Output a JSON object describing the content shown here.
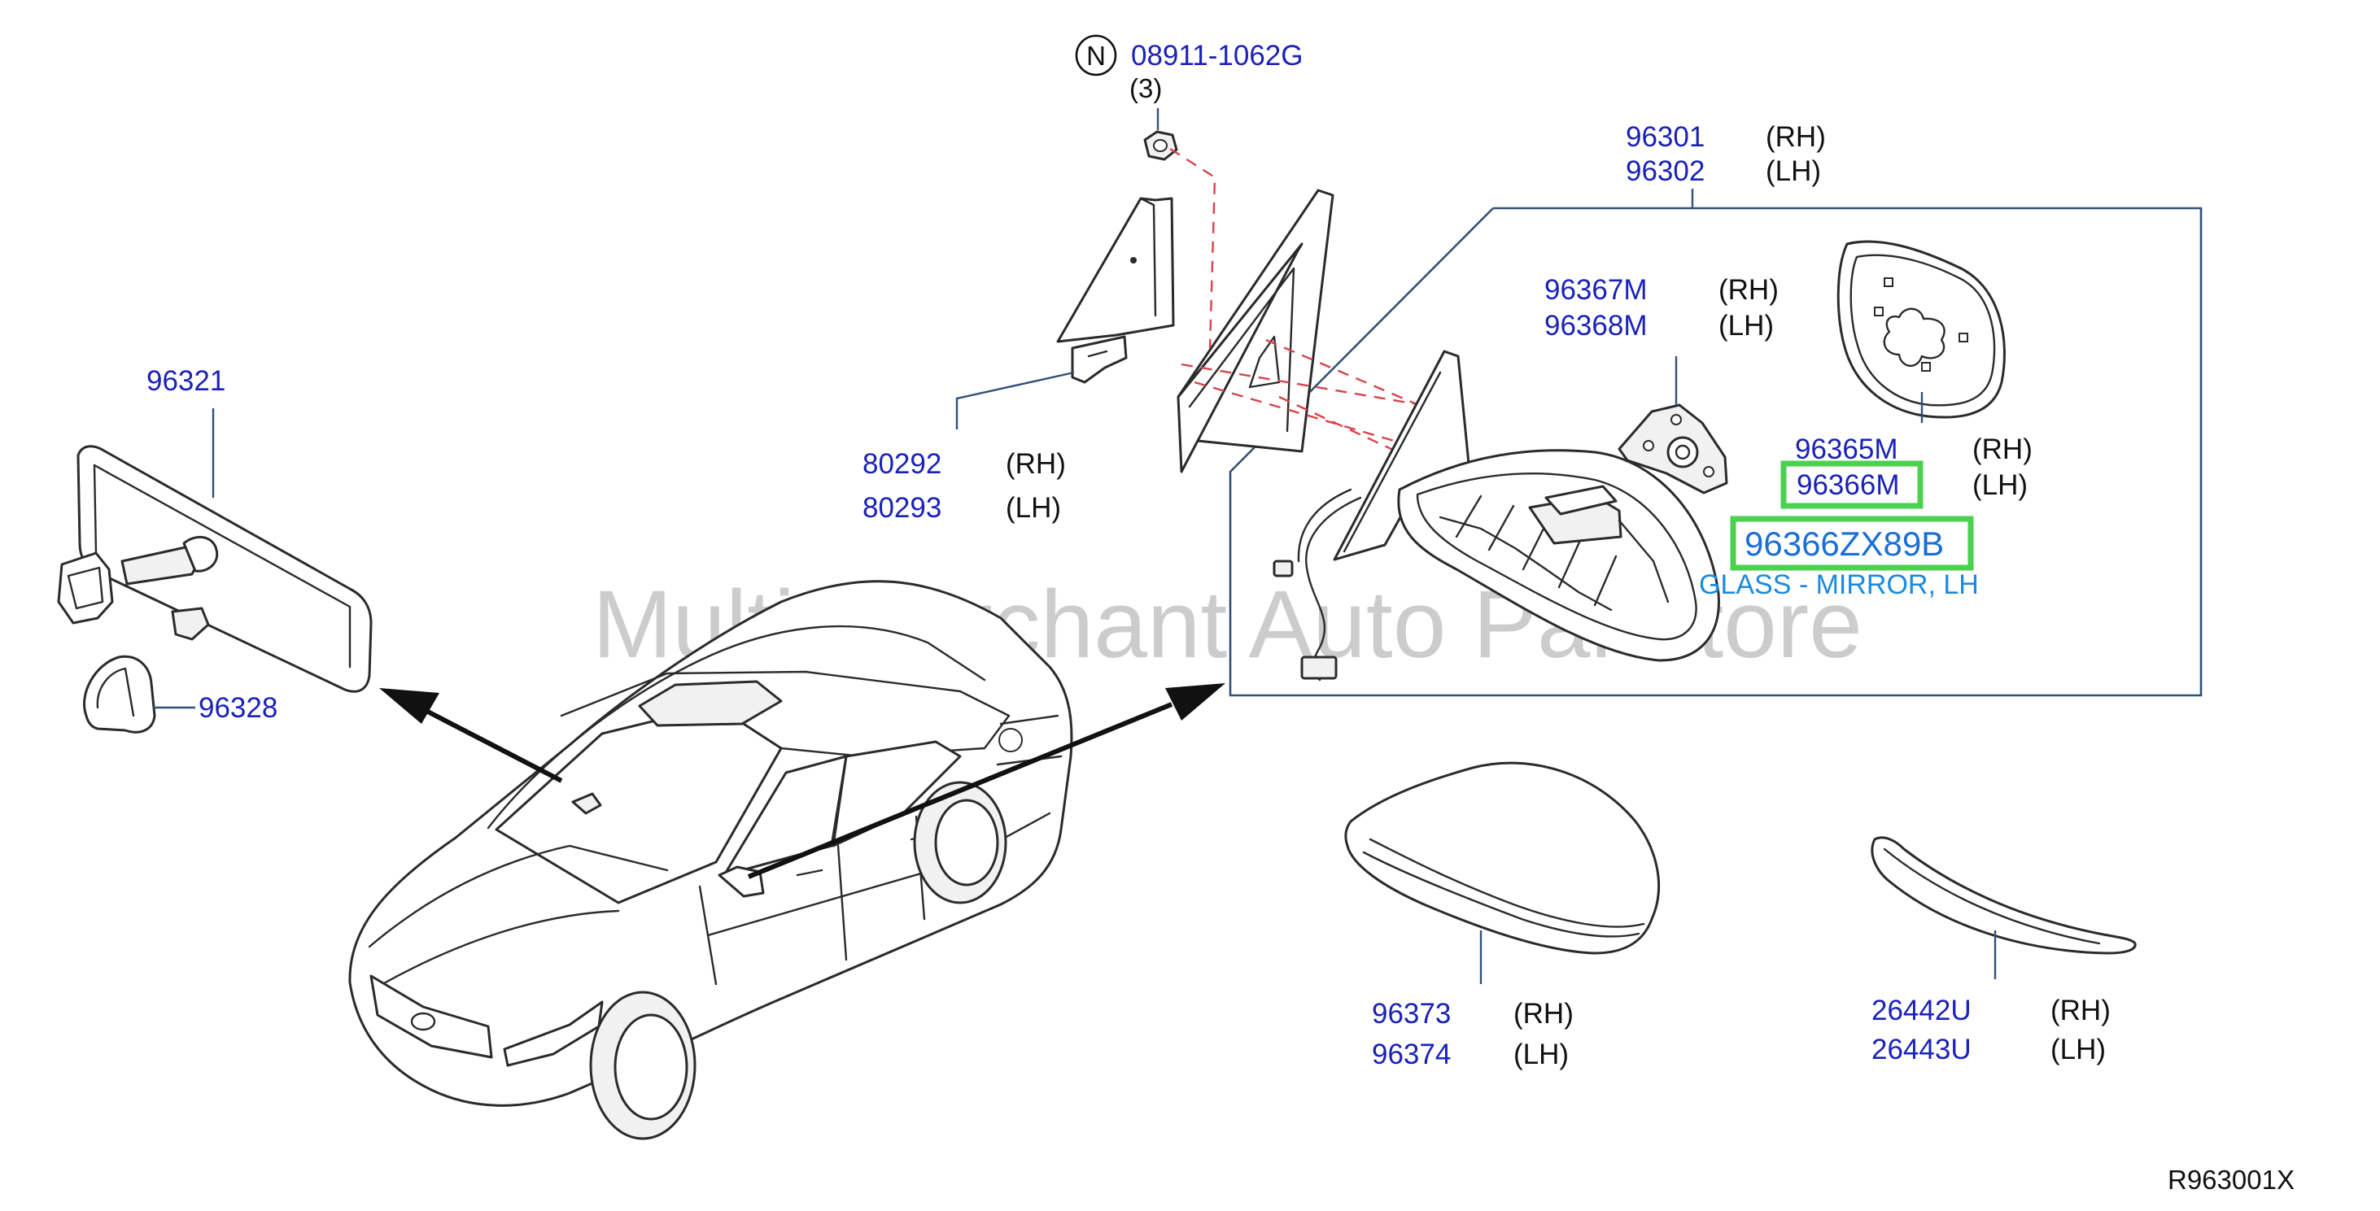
{
  "watermark": "Multi-Merchant Auto Partstore",
  "diagram_code": "R963001X",
  "nut": {
    "circle_letter": "N",
    "part_number": "08911-1062G",
    "quantity": "(3)"
  },
  "callouts": {
    "inside_mirror": {
      "part_number": "96321"
    },
    "mount_cover": {
      "part_number": "96328"
    },
    "corner_finisher": {
      "rh_part": "80292",
      "rh_side": "(RH)",
      "lh_part": "80293",
      "lh_side": "(LH)"
    },
    "door_mirror_assy": {
      "rh_part": "96301",
      "rh_side": "(RH)",
      "lh_part": "96302",
      "lh_side": "(LH)"
    },
    "actuator": {
      "rh_part": "96367M",
      "rh_side": "(RH)",
      "lh_part": "96368M",
      "lh_side": "(LH)"
    },
    "mirror_glass": {
      "rh_part": "96365M",
      "rh_side": "(RH)",
      "lh_part": "96366M",
      "lh_side": "(LH)"
    },
    "mirror_cover": {
      "rh_part": "96373",
      "rh_side": "(RH)",
      "lh_part": "96374",
      "lh_side": "(LH)"
    },
    "turn_lamp": {
      "rh_part": "26442U",
      "rh_side": "(RH)",
      "lh_part": "26443U",
      "lh_side": "(LH)"
    }
  },
  "highlight": {
    "part_number": "96366ZX89B",
    "description": "GLASS - MIRROR, LH",
    "color": "#4bd04f"
  },
  "colors": {
    "part_number_text": "#1a22b8",
    "leader_lines": "#31507a",
    "dashed_guides": "#d8434b"
  }
}
